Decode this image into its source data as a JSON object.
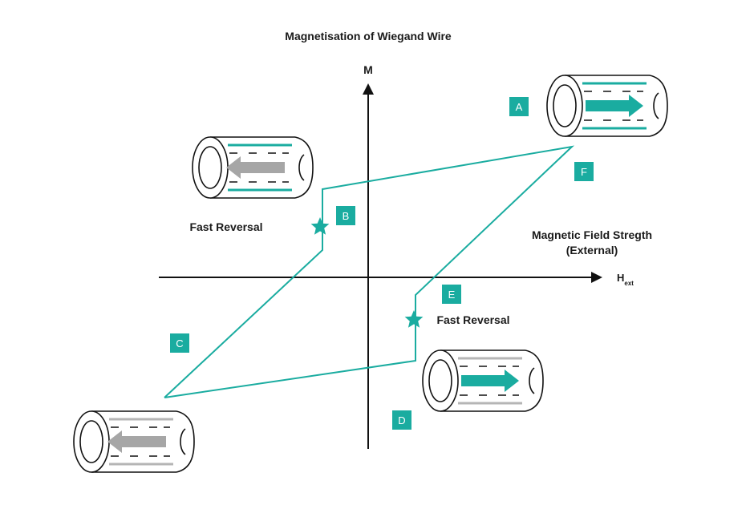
{
  "title": "Magnetisation of Wiegand Wire",
  "axes": {
    "y_label": "M",
    "x_label_main": "H",
    "x_label_sub": "ext",
    "x_desc_line1": "Magnetic Field Stregth",
    "x_desc_line2": "(External)"
  },
  "annotations": {
    "fast_reversal_left": "Fast Reversal",
    "fast_reversal_right": "Fast Reversal"
  },
  "points": {
    "A": "A",
    "B": "B",
    "C": "C",
    "D": "D",
    "E": "E",
    "F": "F"
  },
  "colors": {
    "accent": "#1aaca0",
    "axis": "#111111",
    "wire_outline": "#111111",
    "arrow_gray": "#a6a6a6"
  },
  "icons": {
    "wire_a": "wire-arrow-right-icon",
    "wire_b": "wire-arrow-left-icon",
    "wire_c": "wire-arrow-left-icon",
    "wire_d": "wire-arrow-right-icon",
    "star": "star-icon"
  }
}
